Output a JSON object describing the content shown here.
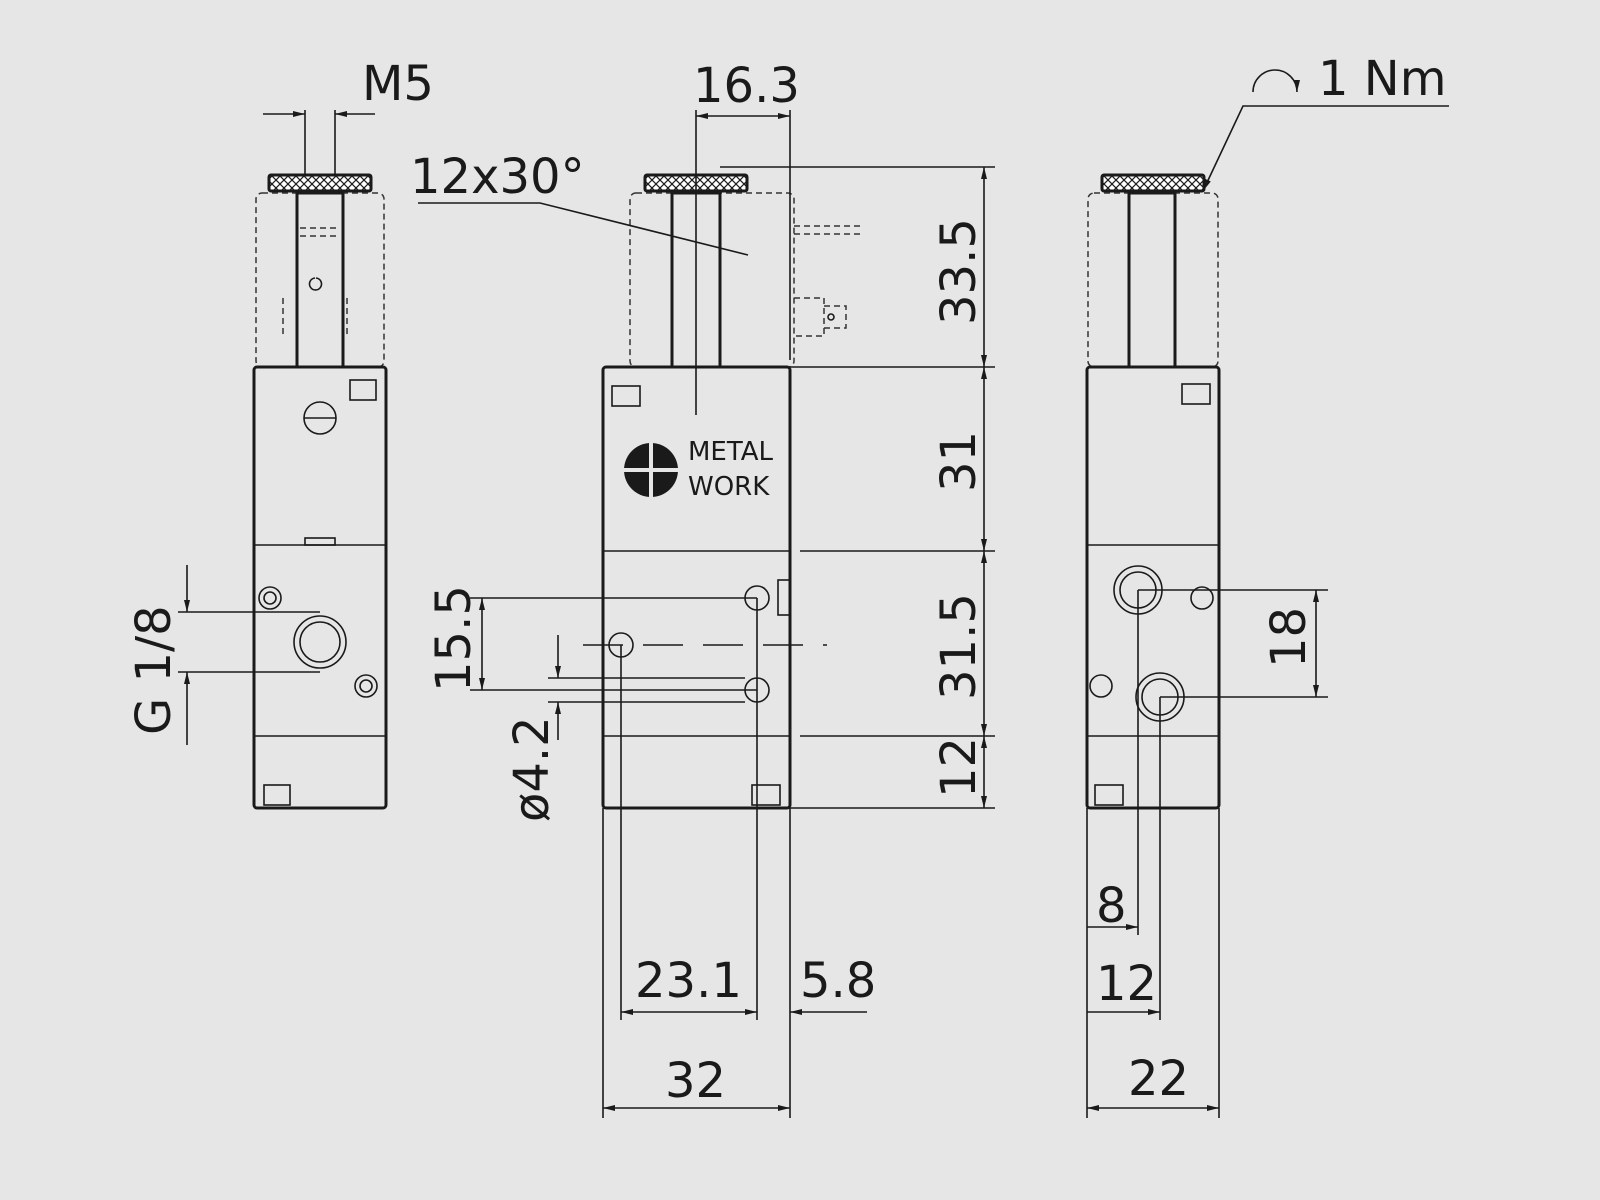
{
  "colors": {
    "background": "#e6e6e6",
    "line": "#1a1a1a"
  },
  "brand": {
    "line1": "METAL",
    "line2": "WORK",
    "logo_icon": "metalwork-logo-icon"
  },
  "dimensions": {
    "m5": "M5",
    "w16_3": "16.3",
    "knurl": "12x30°",
    "torque": "1 Nm",
    "torque_icon": "rotation-arrow-icon",
    "h33_5": "33.5",
    "h31": "31",
    "h31_5": "31.5",
    "h12": "12",
    "g18": "G 1/8",
    "d15_5": "15.5",
    "d4_2": "ø4.2",
    "d18": "18",
    "w23_1": "23.1",
    "w5_8": "5.8",
    "w32": "32",
    "w8": "8",
    "w12": "12",
    "w22": "22"
  }
}
